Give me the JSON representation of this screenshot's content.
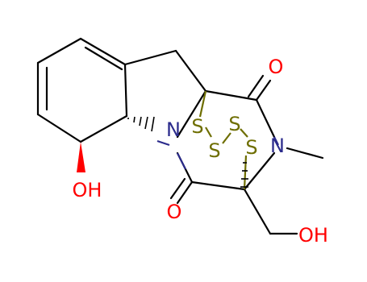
{
  "colors": {
    "carbon": "#000000",
    "nitrogen": "#2b2b8c",
    "oxygen": "#ff0000",
    "sulfur": "#6e6e00",
    "background": "#ffffff"
  },
  "atoms": {
    "oxygen_top": "O",
    "oxygen_bottom": "O",
    "hydroxyl_left": "OH",
    "hydroxyl_right": "OH",
    "nitrogen_ring": "N",
    "nitrogen_methyl": "N",
    "sulfur_1": "S",
    "sulfur_2": "S",
    "sulfur_3": "S",
    "sulfur_4": "S"
  }
}
